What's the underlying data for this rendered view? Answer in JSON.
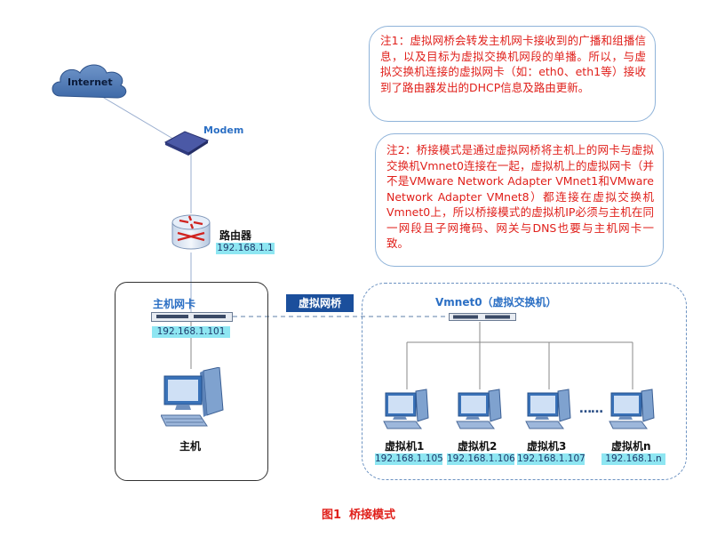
{
  "notes": {
    "note1": "注1：虚拟网桥会转发主机网卡接收到的广播和组播信息，以及目标为虚拟交换机网段的单播。所以，与虚拟交换机连接的虚拟网卡（如：eth0、eth1等）接收到了路由器发出的DHCP信息及路由更新。",
    "note2": "注2：桥接模式是通过虚拟网桥将主机上的网卡与虚拟交换机Vmnet0连接在一起，虚拟机上的虚拟网卡（并不是VMware Network Adapter VMnet1和VMware Network Adapter VMnet8）都连接在虚拟交换机Vmnet0上，所以桥接模式的虚拟机IP必须与主机在同一网段且子网掩码、网关与DNS也要与主机网卡一致。"
  },
  "nodes": {
    "internet": "Internet",
    "modem": "Modem",
    "router": "路由器",
    "router_ip": "192.168.1.1",
    "host_nic": "主机网卡",
    "host_nic_ip": "192.168.1.101",
    "host": "主机",
    "bridge": "虚拟网桥",
    "vswitch": "Vmnet0（虚拟交换机）",
    "ellipsis": "……"
  },
  "vms": [
    {
      "name": "虚拟机1",
      "ip": "192.168.1.105"
    },
    {
      "name": "虚拟机2",
      "ip": "192.168.1.106"
    },
    {
      "name": "虚拟机3",
      "ip": "192.168.1.107"
    },
    {
      "name": "虚拟机n",
      "ip": "192.168.1.n"
    }
  ],
  "caption": "图1  桥接模式",
  "colors": {
    "note_text": "#e0201b",
    "ip_badge": "#8ee6f2",
    "bridge_badge": "#1b4f9c",
    "monitor": "#3a72b8",
    "caption": "#e0201b"
  }
}
